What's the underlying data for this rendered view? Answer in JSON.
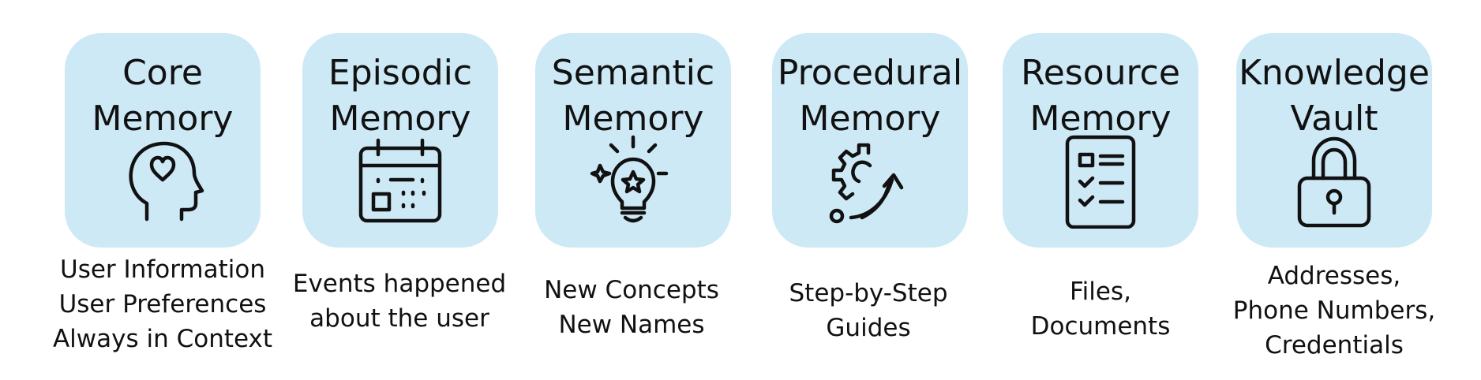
{
  "cards": [
    {
      "title": "Core\nMemory",
      "icon": "head-heart-icon",
      "caption": "User Information\nUser Preferences\nAlways in Context"
    },
    {
      "title": "Episodic\nMemory",
      "icon": "calendar-icon",
      "caption": "Events happened\nabout the user"
    },
    {
      "title": "Semantic\nMemory",
      "icon": "lightbulb-star-icon",
      "caption": "New Concepts\nNew Names"
    },
    {
      "title": "Procedural\nMemory",
      "icon": "gear-arrow-icon",
      "caption": "Step-by-Step\nGuides"
    },
    {
      "title": "Resource\nMemory",
      "icon": "checklist-document-icon",
      "caption": "Files,\nDocuments"
    },
    {
      "title": "Knowledge\nVault",
      "icon": "padlock-icon",
      "caption": "Addresses,\nPhone Numbers,\nCredentials"
    }
  ],
  "colors": {
    "card_fill": "#cde9f6",
    "text": "#111111",
    "background": "#ffffff"
  }
}
